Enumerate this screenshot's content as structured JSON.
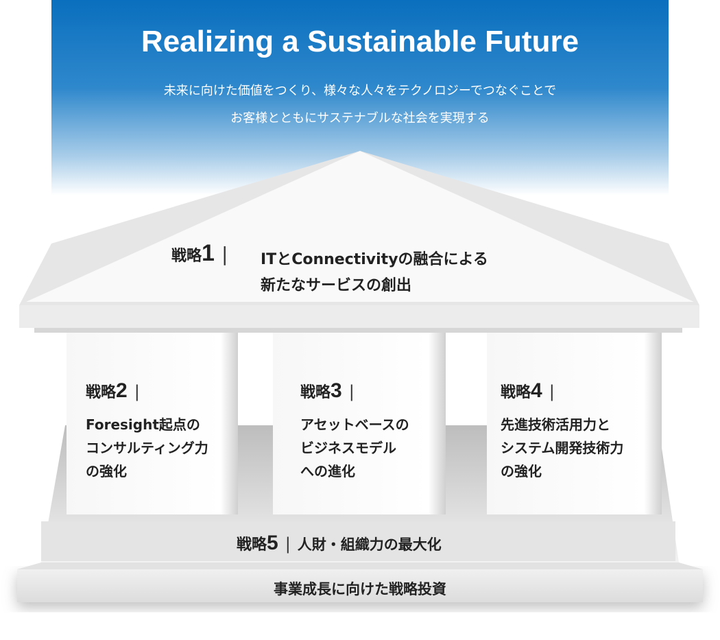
{
  "header": {
    "title": "Realizing a Sustainable Future",
    "subtitle_line1": "未来に向けた価値をつくり、様々な人々をテクノロジーでつなぐことで",
    "subtitle_line2": "お客様とともにサステナブルな社会を実現する",
    "color": "#0a6fbe"
  },
  "strategies": [
    {
      "label": "戦略",
      "number": "1",
      "lines": [
        "ITとConnectivityの融合による",
        "新たなサービスの創出"
      ]
    },
    {
      "label": "戦略",
      "number": "2",
      "lines": [
        "Foresight起点の",
        "コンサルティング力",
        "の強化"
      ]
    },
    {
      "label": "戦略",
      "number": "3",
      "lines": [
        "アセットベースの",
        "ビジネスモデル",
        "への進化"
      ]
    },
    {
      "label": "戦略",
      "number": "4",
      "lines": [
        "先進技術活用力と",
        "システム開発技術力",
        "の強化"
      ]
    },
    {
      "label": "戦略",
      "number": "5",
      "lines": [
        "人財・組織力の最大化"
      ]
    }
  ],
  "separator": "|",
  "foundation": "事業成長に向けた戦略投資"
}
